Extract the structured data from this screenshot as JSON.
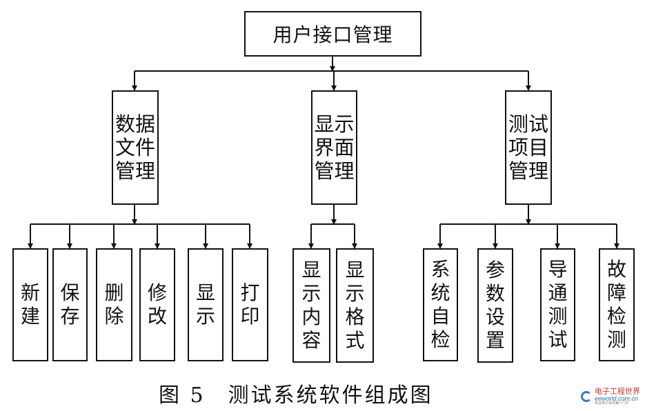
{
  "root": {
    "label": "用户接口管理"
  },
  "modules": [
    {
      "label": "数据文件管理",
      "children": [
        "新建",
        "保存",
        "删除",
        "修改",
        "显示",
        "打印"
      ]
    },
    {
      "label": "显示界面管理",
      "children": [
        "显示内容",
        "显示格式"
      ]
    },
    {
      "label": "测试项目管理",
      "children": [
        "系统自检",
        "参数设置",
        "导通测试",
        "故障检测"
      ]
    }
  ],
  "caption": "图 5　测试系统软件组成图",
  "watermark": {
    "cn": "电子工程世界",
    "en": "eeworld.com.cn",
    "sub": "专业电子资讯第一门户"
  }
}
